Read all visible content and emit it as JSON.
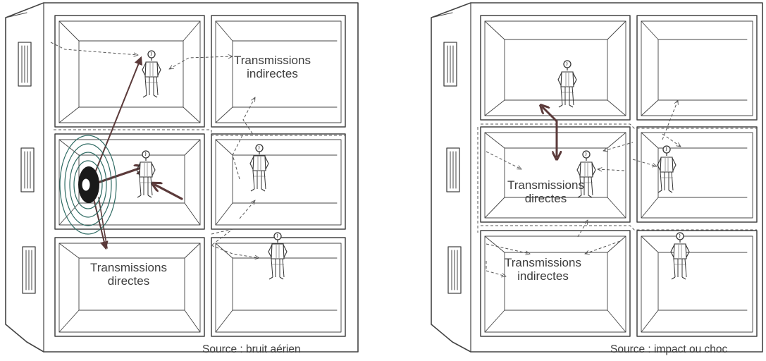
{
  "panels": [
    {
      "id": "airborne",
      "caption": "Source : bruit aérien",
      "labels": {
        "indirect_line1": "Transmissions",
        "indirect_line2": "indirectes",
        "direct_line1": "Transmissions",
        "direct_line2": "directes"
      }
    },
    {
      "id": "impact",
      "caption": "Source : impact ou choc",
      "labels": {
        "direct_line1": "Transmissions",
        "direct_line2": "directes",
        "indirect_line1": "Transmissions",
        "indirect_line2": "indirectes"
      }
    }
  ],
  "colors": {
    "outline": "#444444",
    "arrow_direct": "#5b3a3a",
    "arrow_indirect": "#555555",
    "sound_rings": "#2f6b63",
    "speaker": "#1a1a1a"
  }
}
